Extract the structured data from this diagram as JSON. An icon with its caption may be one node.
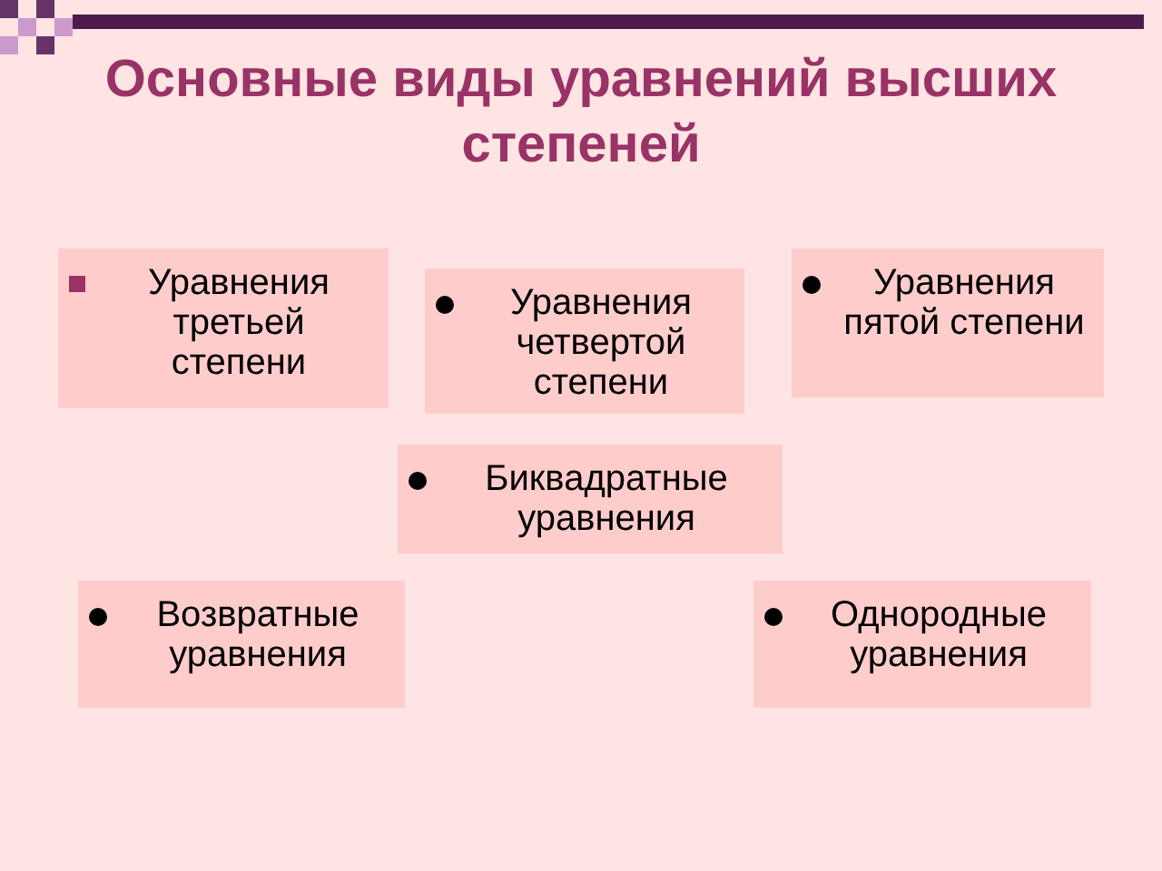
{
  "diagram": {
    "title": "Основные виды уравнений высших степеней",
    "nodes": [
      {
        "text": [
          "Уравнения третьей степени"
        ]
      },
      {
        "text": [
          "Уравнения четвертой степени"
        ]
      },
      {
        "text": [
          "Уравнения пятой степени"
        ]
      },
      {
        "text": [
          "Биквадратные уравнения"
        ]
      },
      {
        "text": [
          "Возвратные уравнения"
        ]
      },
      {
        "text": [
          "Однородные уравнения"
        ]
      }
    ],
    "edges": []
  }
}
